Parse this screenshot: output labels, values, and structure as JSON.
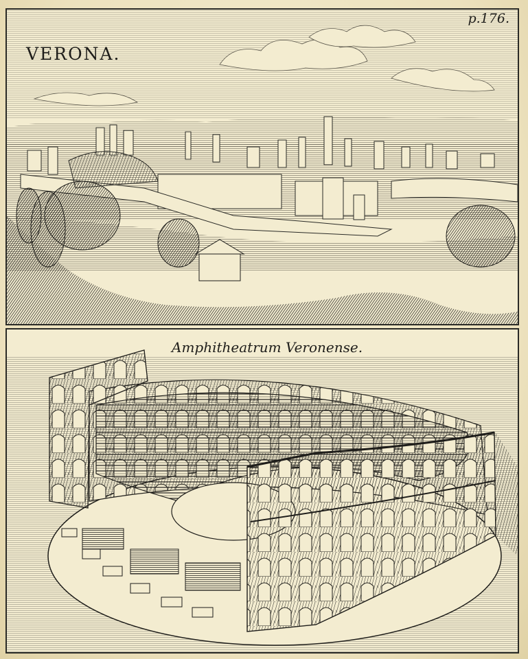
{
  "top_plate": {
    "title": "VERONA.",
    "page_number": "p.176."
  },
  "bottom_plate": {
    "title": "Amphitheatrum Veronense."
  },
  "colors": {
    "paper": "#f3ecd0",
    "ink": "#1e1d1a"
  }
}
